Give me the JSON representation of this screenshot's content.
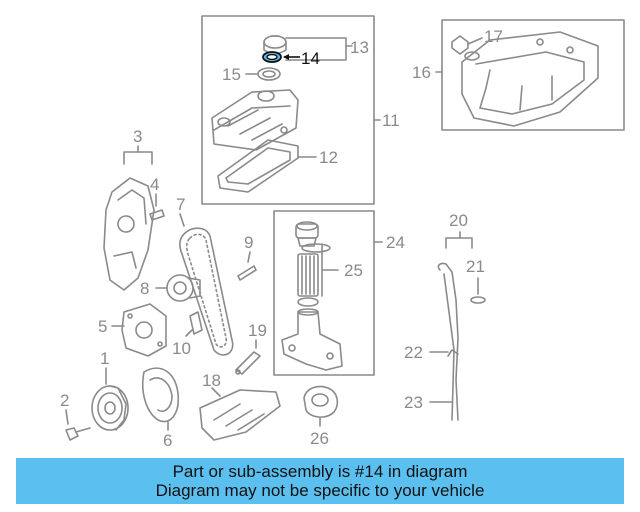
{
  "diagram": {
    "highlight_part": "14",
    "highlight_color": "#5bc0f0",
    "callouts": [
      {
        "id": "c1",
        "label": "1"
      },
      {
        "id": "c2",
        "label": "2"
      },
      {
        "id": "c3",
        "label": "3"
      },
      {
        "id": "c4",
        "label": "4"
      },
      {
        "id": "c5",
        "label": "5"
      },
      {
        "id": "c6",
        "label": "6"
      },
      {
        "id": "c7",
        "label": "7"
      },
      {
        "id": "c8",
        "label": "8"
      },
      {
        "id": "c9",
        "label": "9"
      },
      {
        "id": "c10",
        "label": "10"
      },
      {
        "id": "c11",
        "label": "11"
      },
      {
        "id": "c12",
        "label": "12"
      },
      {
        "id": "c13",
        "label": "13"
      },
      {
        "id": "c14",
        "label": "14"
      },
      {
        "id": "c15",
        "label": "15"
      },
      {
        "id": "c16",
        "label": "16"
      },
      {
        "id": "c17",
        "label": "17"
      },
      {
        "id": "c18",
        "label": "18"
      },
      {
        "id": "c19",
        "label": "19"
      },
      {
        "id": "c20",
        "label": "20"
      },
      {
        "id": "c21",
        "label": "21"
      },
      {
        "id": "c22",
        "label": "22"
      },
      {
        "id": "c23",
        "label": "23"
      },
      {
        "id": "c24",
        "label": "24"
      },
      {
        "id": "c25",
        "label": "25"
      },
      {
        "id": "c26",
        "label": "26"
      }
    ]
  },
  "banner": {
    "line1": "Part or sub-assembly is #14 in diagram",
    "line2": "Diagram may not be specific to your vehicle",
    "color": "#5bc0f0"
  }
}
